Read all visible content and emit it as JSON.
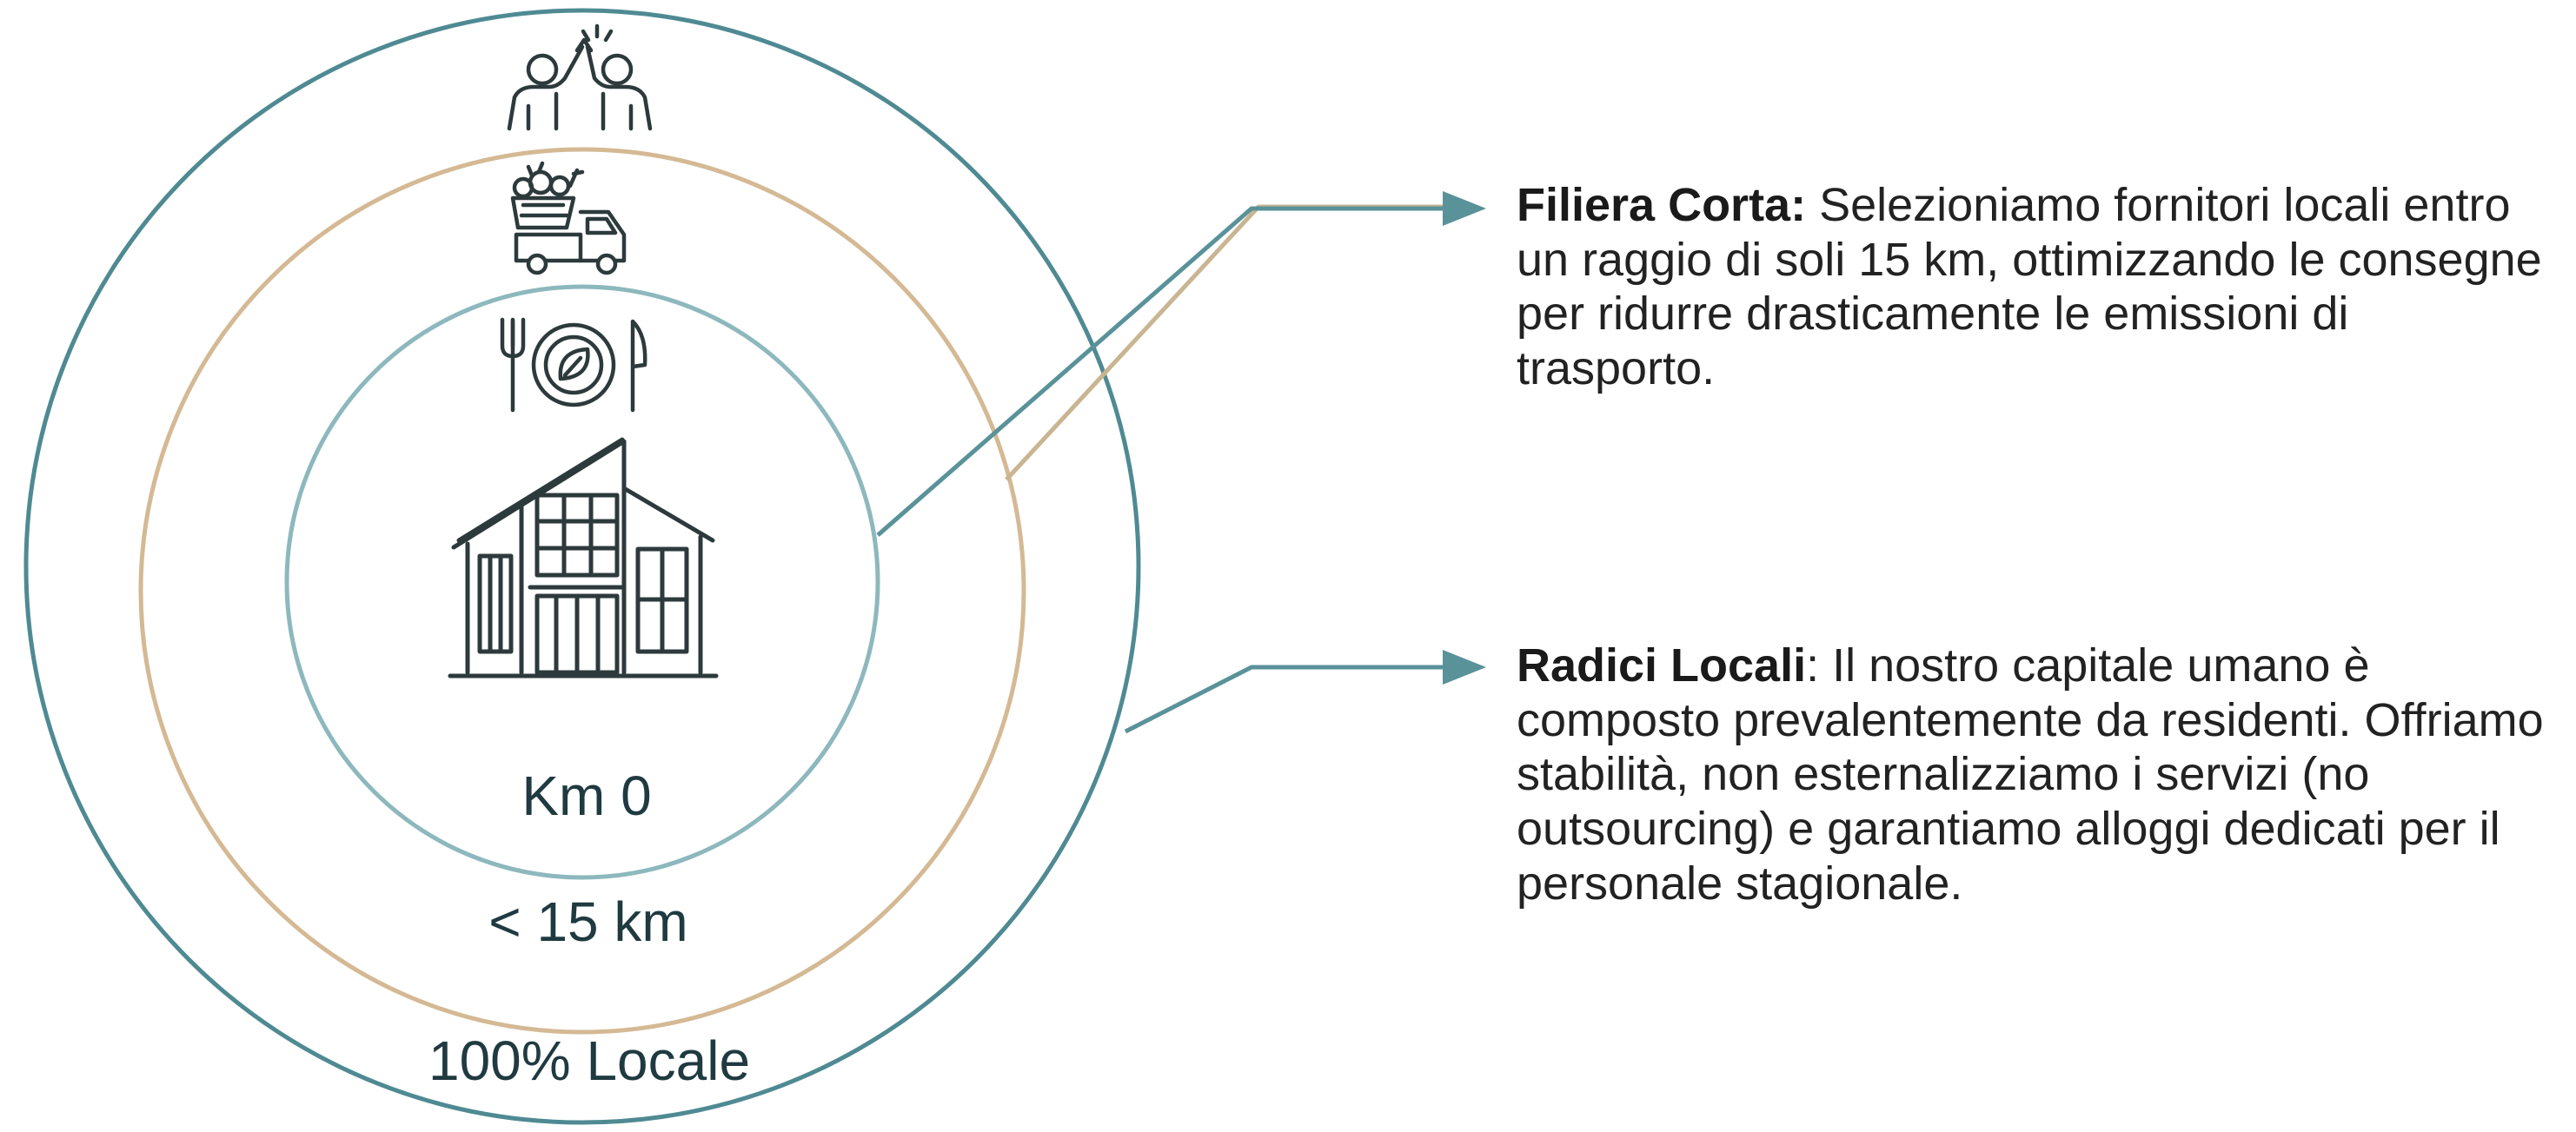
{
  "rings": {
    "outer_label": "100% Locale",
    "middle_label": "< 15 km",
    "inner_label": "Km 0"
  },
  "icons": {
    "top": "high-five-people-icon",
    "second": "vegetable-delivery-truck-icon",
    "third": "plate-fork-knife-leaf-icon",
    "center": "building-icon"
  },
  "callouts": {
    "filiera": {
      "lead": "Filiera Corta:",
      "text": " Selezioniamo fornitori locali entro un raggio di soli 15 km, ottimizzando le consegne per ridurre drasticamente le emissioni di trasporto."
    },
    "radici": {
      "lead": "Radici Locali",
      "text": ": Il nostro capitale umano è composto prevalentemente da residenti. Offriamo stabilità, non esternalizziamo i servizi (no outsourcing) e garantiamo alloggi dedicati per il personale stagionale."
    }
  },
  "colors": {
    "outer_ring": "#4f8a93",
    "middle_ring": "#d4b994",
    "inner_ring": "#8db8bd",
    "arrow": "#5a9299",
    "icon_stroke": "#2d3a3c",
    "text": "#222222"
  }
}
